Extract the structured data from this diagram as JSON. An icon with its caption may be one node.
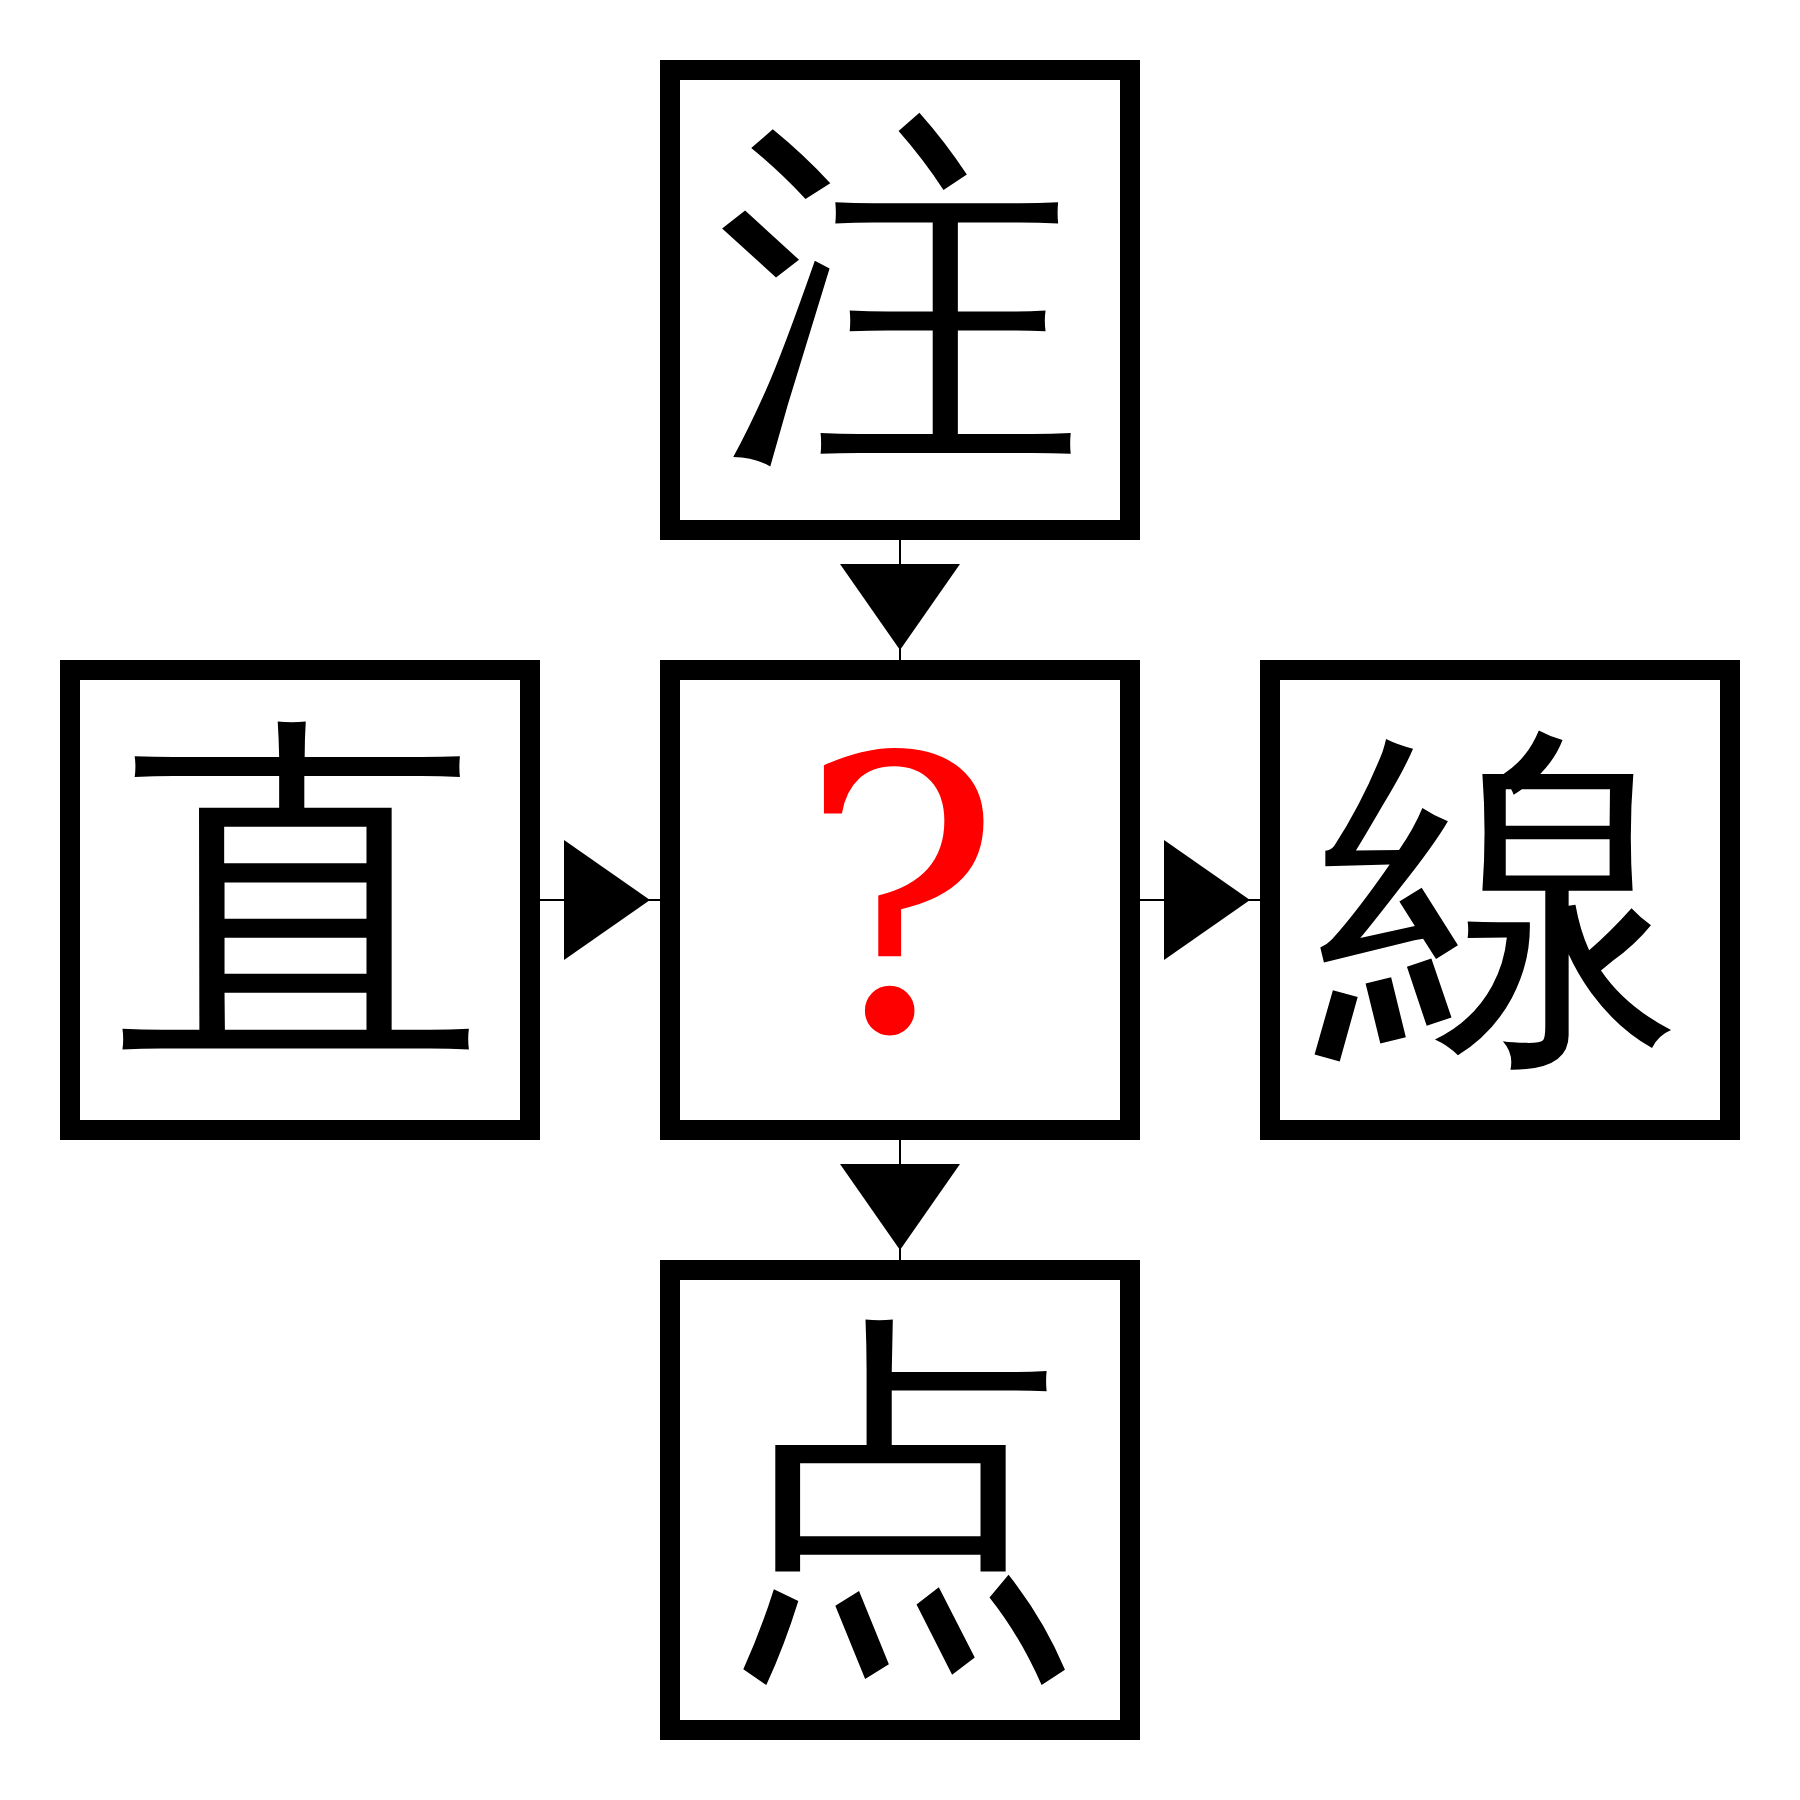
{
  "diagram": {
    "nodes": [
      {
        "text": [
          "注"
        ]
      },
      {
        "text": [
          "直"
        ]
      },
      {
        "text": [
          "?"
        ]
      },
      {
        "text": [
          "線"
        ]
      },
      {
        "text": [
          "点"
        ]
      }
    ],
    "edges": [
      {
        "from": 0,
        "to": 2,
        "arrow": "to"
      },
      {
        "from": 1,
        "to": 2,
        "arrow": "to"
      },
      {
        "from": 2,
        "to": 3,
        "arrow": "to"
      },
      {
        "from": 2,
        "to": 4,
        "arrow": "to"
      }
    ]
  }
}
